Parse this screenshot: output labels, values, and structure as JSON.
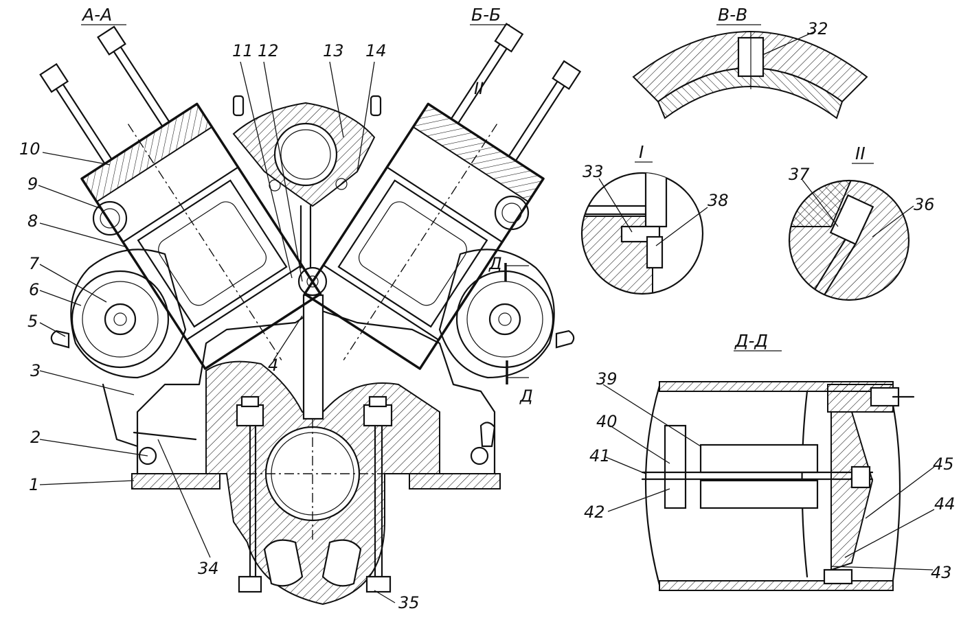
{
  "sections": {
    "aa": "А-А",
    "bb": "Б-Б",
    "vv": "В-В",
    "d1": "I",
    "d2": "II",
    "dd": "Д-Д",
    "cut_mark_1": "Д",
    "cut_mark_2": "Д",
    "detail_mark_top": "II"
  },
  "labels": {
    "n1": "1",
    "n2": "2",
    "n3": "3",
    "n4": "4",
    "n5": "5",
    "n6": "6",
    "n7": "7",
    "n8": "8",
    "n9": "9",
    "n10": "10",
    "n11": "11",
    "n12": "12",
    "n13": "13",
    "n14": "14",
    "n32": "32",
    "n33": "33",
    "n34": "34",
    "n35": "35",
    "n36": "36",
    "n37": "37",
    "n38": "38",
    "n39": "39",
    "n40": "40",
    "n41": "41",
    "n42": "42",
    "n43": "43",
    "n44": "44",
    "n45": "45"
  }
}
